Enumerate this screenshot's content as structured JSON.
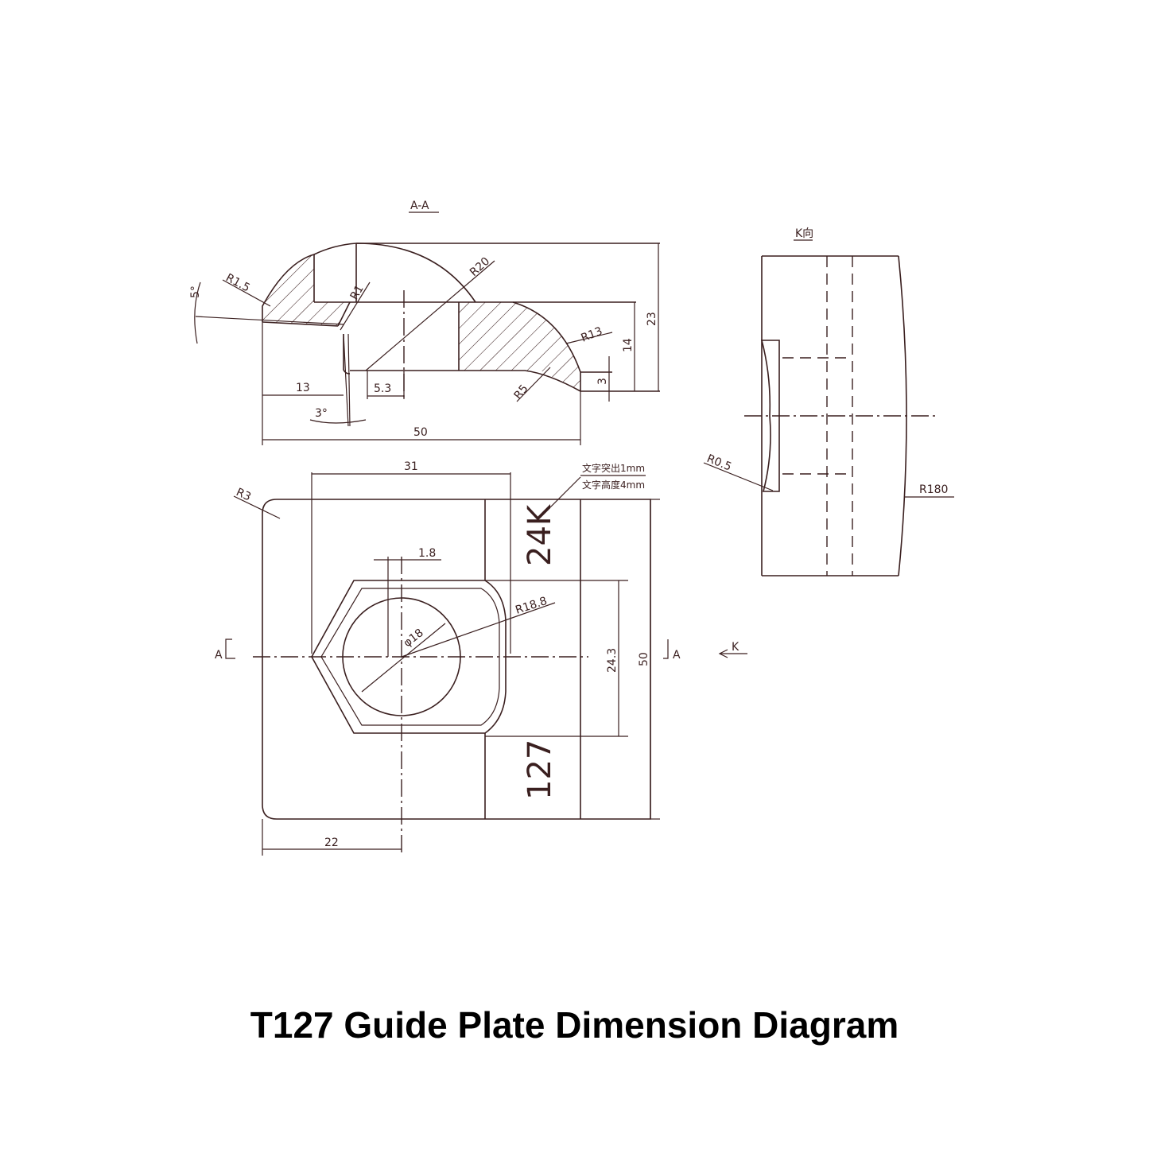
{
  "title": "T127 Guide Plate Dimension Diagram",
  "views": {
    "section": "A-A",
    "kview": "K向"
  },
  "section_dims": {
    "r1_5": "R1.5",
    "r1": "R1",
    "r20": "R20",
    "r13": "R13",
    "r5": "R5",
    "ang5": "5°",
    "ang3": "3°",
    "d13": "13",
    "d5_3": "5.3",
    "d50": "50",
    "d23": "23",
    "d14": "14",
    "d3": "3"
  },
  "plan_dims": {
    "d31": "31",
    "r3": "R3",
    "d1_8": "1.8",
    "phi18": "φ18",
    "r18_8": "R18.8",
    "d24_3": "24.3",
    "d50": "50",
    "d22": "22",
    "note1": "文字突出1mm",
    "note2": "文字高度4mm",
    "marking_top": "24K",
    "marking_bottom": "127",
    "sec_left": "A",
    "sec_right": "A",
    "arrow_k": "K"
  },
  "kview_dims": {
    "r0_5": "R0.5",
    "r180": "R180"
  },
  "colors": {
    "line": "#3a1f1f",
    "caption": "#000000"
  }
}
